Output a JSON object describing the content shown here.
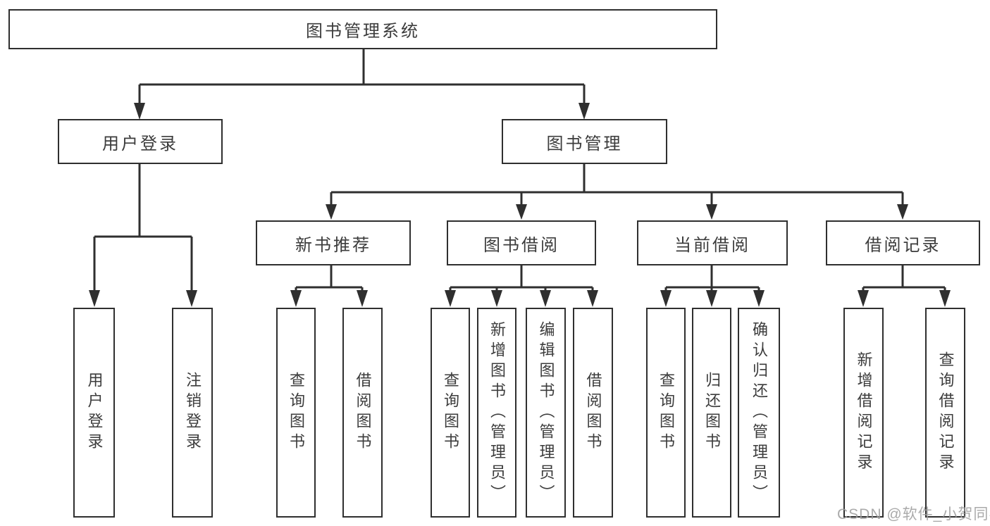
{
  "watermark": "CSDN @软件_小贺同学",
  "colors": {
    "line": "#2f2f2f",
    "box_border": "#2f2f2f",
    "box_background": "#ffffff",
    "text": "#3c3c3c",
    "watermark_text": "#9e9e9e"
  },
  "tree": {
    "root": "图书管理系统",
    "branches": [
      {
        "label": "用户登录",
        "children": [
          "用户登录",
          "注销登录"
        ]
      },
      {
        "label": "图书管理",
        "children": [
          {
            "label": "新书推荐",
            "children": [
              "查询图书",
              "借阅图书"
            ]
          },
          {
            "label": "图书借阅",
            "children": [
              "查询图书",
              "新增图书（管理员）",
              "编辑图书（管理员）",
              "借阅图书"
            ]
          },
          {
            "label": "当前借阅",
            "children": [
              "查询图书",
              "归还图书",
              "确认归还（管理员）"
            ]
          },
          {
            "label": "借阅记录",
            "children": [
              "新增借阅记录",
              "查询借阅记录"
            ]
          }
        ]
      }
    ]
  }
}
